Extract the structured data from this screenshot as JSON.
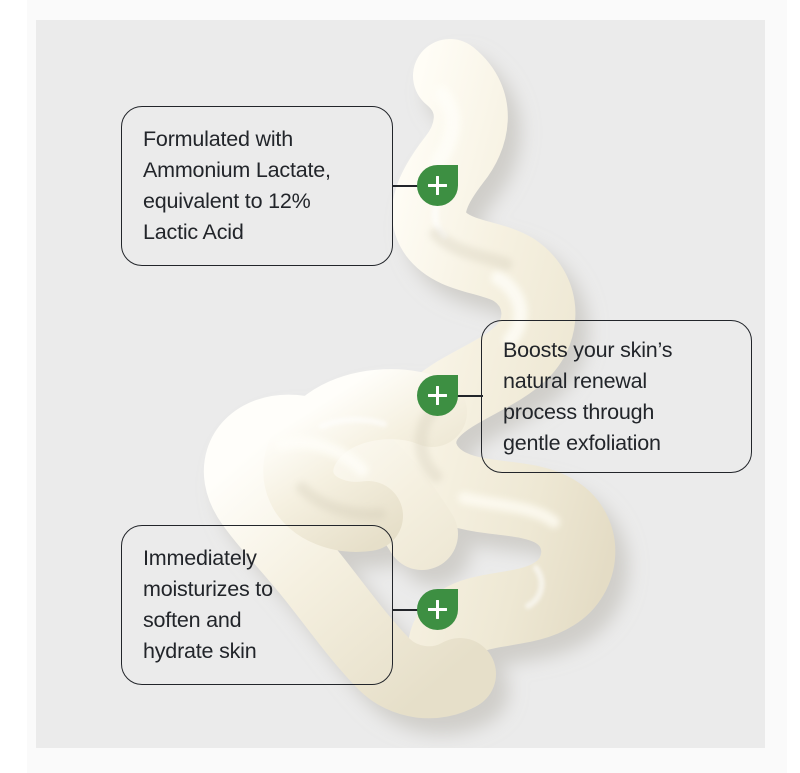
{
  "canvas": {
    "background_color": "#ebebeb",
    "page_background_color": "#fafafa",
    "outer_background_color": "#ffffff"
  },
  "artwork": {
    "name": "cream-swirl-swatch",
    "description": "Glossy cream-colored serpentine lotion swatch",
    "cream_color": "#f4efdf",
    "cream_highlight": "#fffdf6",
    "cream_shadow": "#d9d2bd"
  },
  "accent": {
    "green": "#3d8f42",
    "ink": "#22252a",
    "white": "#ffffff"
  },
  "callouts": [
    {
      "id": "callout-formulated",
      "text": "Formulated with\nAmmonium Lactate,\nequivalent to 12%\nLactic Acid",
      "badge_icon": "plus-icon"
    },
    {
      "id": "callout-renewal",
      "text": "Boosts your skin’s\nnatural renewal\nprocess through\ngentle exfoliation",
      "badge_icon": "plus-icon"
    },
    {
      "id": "callout-moisturize",
      "text": "Immediately\nmoisturizes to\nsoften and\nhydrate skin",
      "badge_icon": "plus-icon"
    }
  ]
}
